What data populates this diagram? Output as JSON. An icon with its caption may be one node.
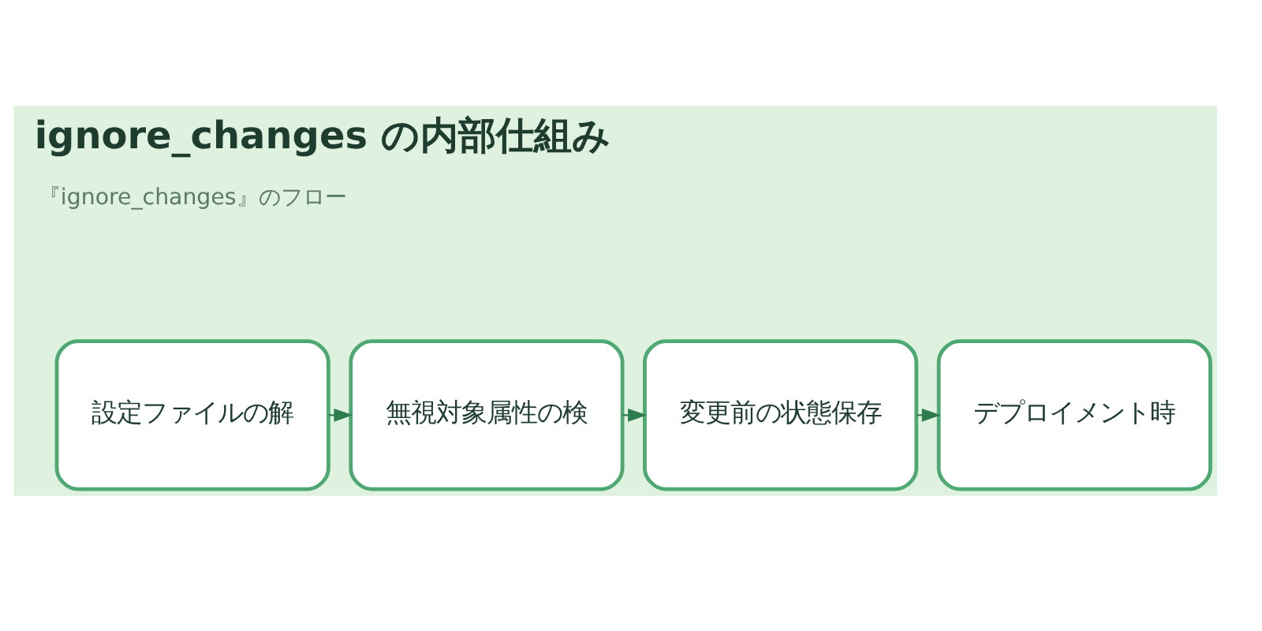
{
  "diagram": {
    "title": "ignore_changes の内部仕組み",
    "nodes": [
      {
        "text": [
          "設定ファイルの解"
        ]
      },
      {
        "text": [
          "無視対象属性の検"
        ]
      },
      {
        "text": [
          "変更前の状態保存"
        ]
      },
      {
        "text": [
          "デプロイメント時"
        ]
      }
    ],
    "edges": [
      {
        "from": 0,
        "to": 1,
        "arrow": "to"
      },
      {
        "from": 1,
        "to": 2,
        "arrow": "to"
      },
      {
        "from": 2,
        "to": 3,
        "arrow": "to"
      }
    ],
    "labels": [
      "『ignore_changes』のフロー"
    ]
  }
}
